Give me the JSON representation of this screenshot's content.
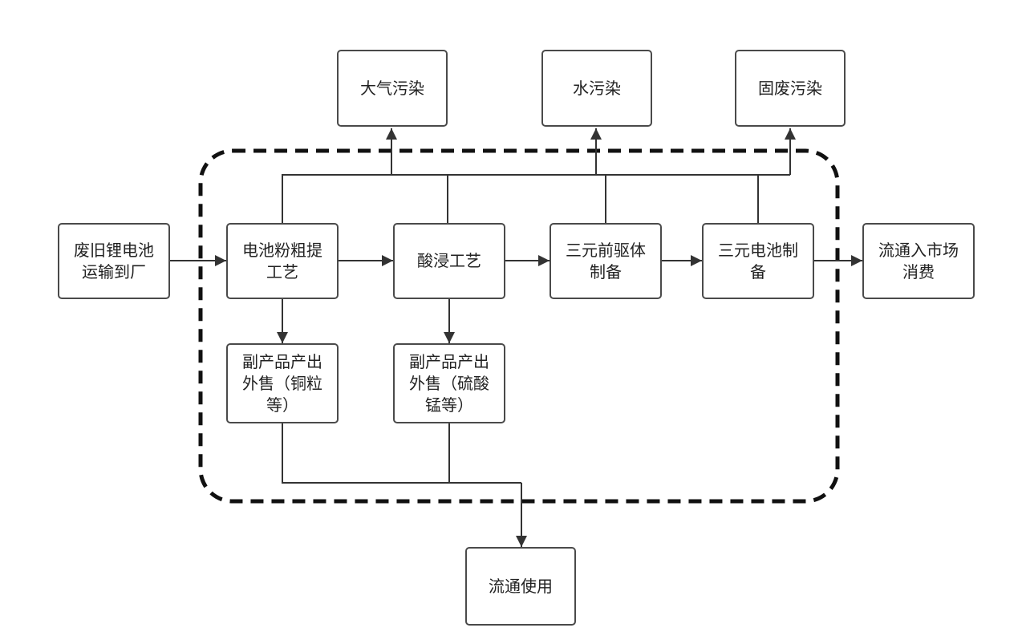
{
  "diagram": {
    "nodes": {
      "air": {
        "label": "大气污染"
      },
      "water": {
        "label": "水污染"
      },
      "solid": {
        "label": "固废污染"
      },
      "waste": {
        "label": "废旧锂电池\n运输到厂"
      },
      "crude": {
        "label": "电池粉粗提\n工艺"
      },
      "acid": {
        "label": "酸浸工艺"
      },
      "precursor": {
        "label": "三元前驱体\n制备"
      },
      "battery": {
        "label": "三元电池制\n备"
      },
      "market": {
        "label": "流通入市场\n消费"
      },
      "byprod1": {
        "label": "副产品产出\n外售（铜粒\n等）"
      },
      "byprod2": {
        "label": "副产品产出\n外售（硫酸\n锰等）"
      },
      "use": {
        "label": "流通使用"
      }
    },
    "colors": {
      "line": "#333333",
      "border": "#4a4a4a",
      "text": "#222222"
    }
  }
}
